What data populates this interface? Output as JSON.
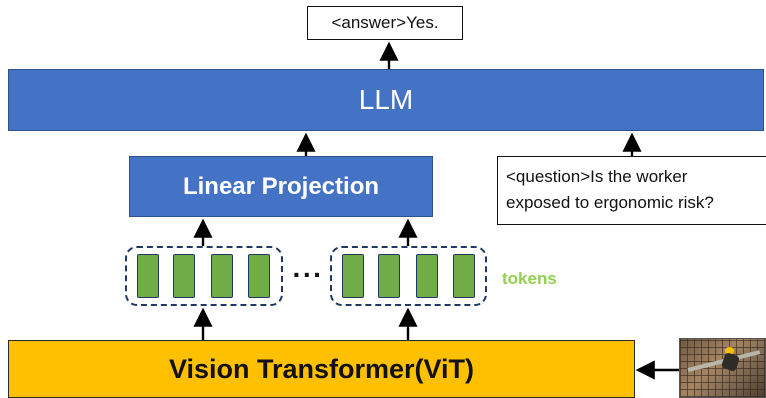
{
  "diagram": {
    "answer_box": {
      "text": "<answer>Yes."
    },
    "llm": {
      "label": "LLM"
    },
    "linear_projection": {
      "label": "Linear Projection"
    },
    "question_box": {
      "lines": [
        "<question>Is the worker",
        "exposed to ergonomic risk?"
      ]
    },
    "token_groups": {
      "left_count": 4,
      "right_count": 4,
      "ellipsis": "···",
      "label": "tokens"
    },
    "vision_transformer": {
      "label": "Vision Transformer(ViT)"
    },
    "colors": {
      "blue_block": "#4472c4",
      "blue_border": "#2f528f",
      "yellow_block": "#ffc000",
      "token_fill": "#70ad47",
      "token_border": "#1f3864",
      "token_label": "#92d050",
      "arrow": "#000000"
    }
  }
}
